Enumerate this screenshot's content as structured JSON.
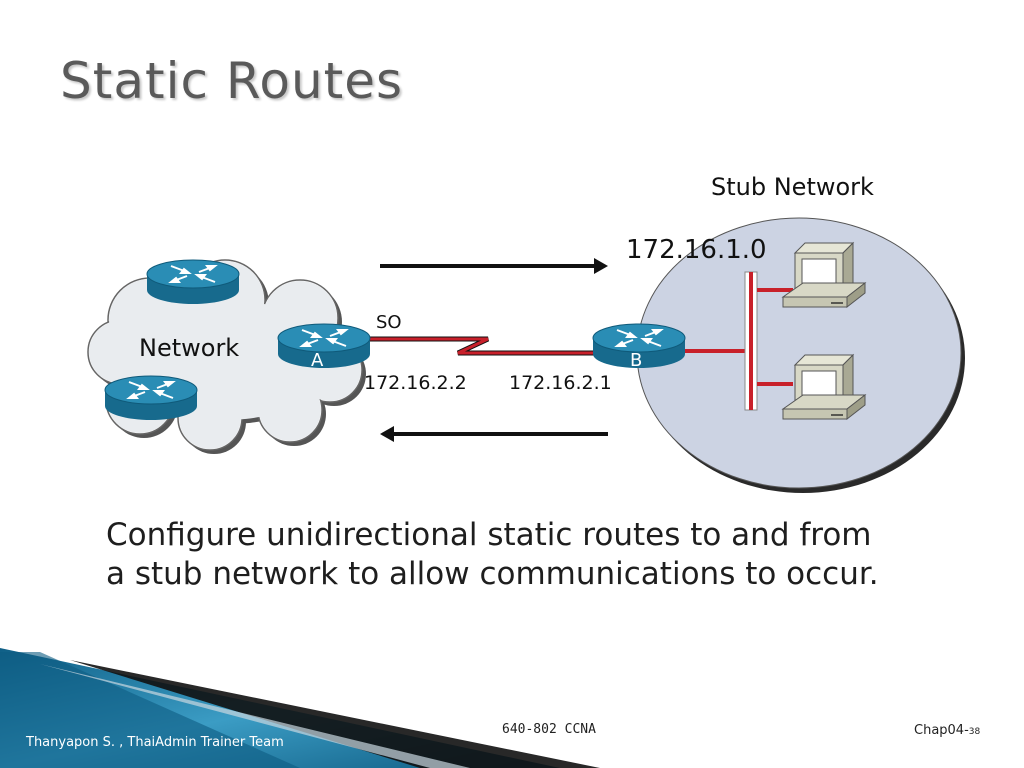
{
  "slide": {
    "title": "Static Routes",
    "body_line1": "Configure unidirectional static routes to and from",
    "body_line2": "a stub network to allow communications to occur."
  },
  "diagram": {
    "stub_network_label": "Stub Network",
    "network_label": "Network",
    "stub_address": "172.16.1.0",
    "serial_label": "SO",
    "router_a_label": "A",
    "router_b_label": "B",
    "link_addr_a": "172.16.2.2",
    "link_addr_b": "172.16.2.1"
  },
  "footer": {
    "author": "Thanyapon S. , ThaiAdmin Trainer Team",
    "course": "640-802 CCNA",
    "chapter": "Chap04-",
    "page": "38"
  },
  "colors": {
    "router_blue": "#1a7fa6",
    "link_red": "#c8202a",
    "stub_fill": "#ccd3e3",
    "footer_bar": "#1b6f93"
  }
}
